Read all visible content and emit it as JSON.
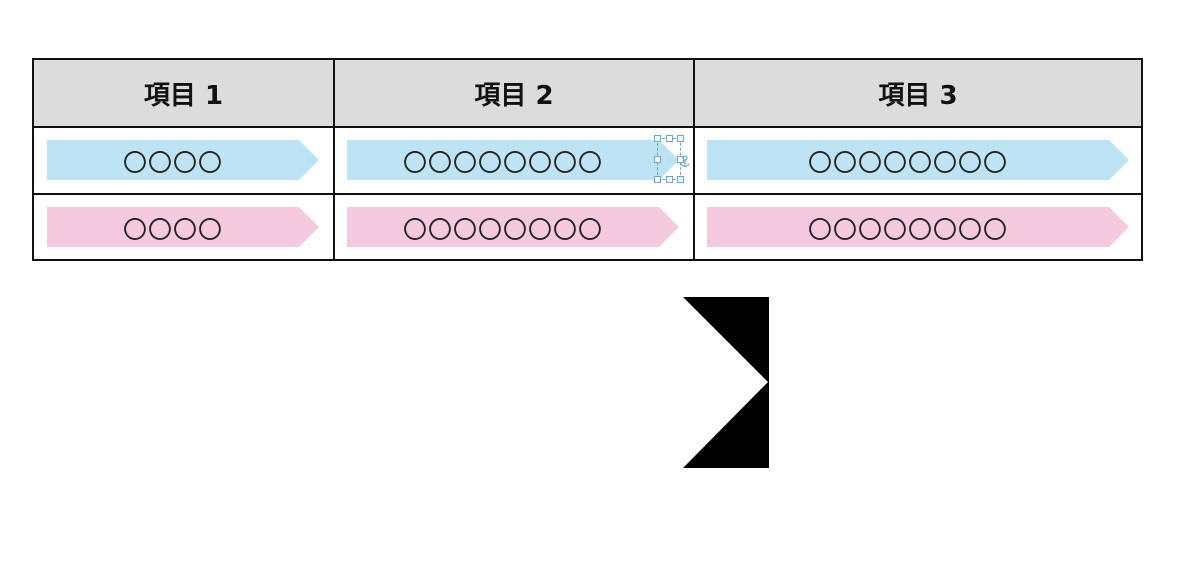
{
  "table": {
    "headers": [
      "項目 1",
      "項目 2",
      "項目 3"
    ],
    "rows": [
      {
        "color": "#bde3f5",
        "cells": [
          "〇〇〇〇",
          "〇〇〇〇〇〇〇〇",
          "〇〇〇〇〇〇〇〇"
        ]
      },
      {
        "color": "#f6cade",
        "cells": [
          "〇〇〇〇",
          "〇〇〇〇〇〇〇〇",
          "〇〇〇〇〇〇〇〇"
        ]
      }
    ]
  },
  "selection": {
    "icon": "anchor-icon",
    "color": "#6aa7d6"
  },
  "chevron_shape": {
    "color": "#000000"
  }
}
